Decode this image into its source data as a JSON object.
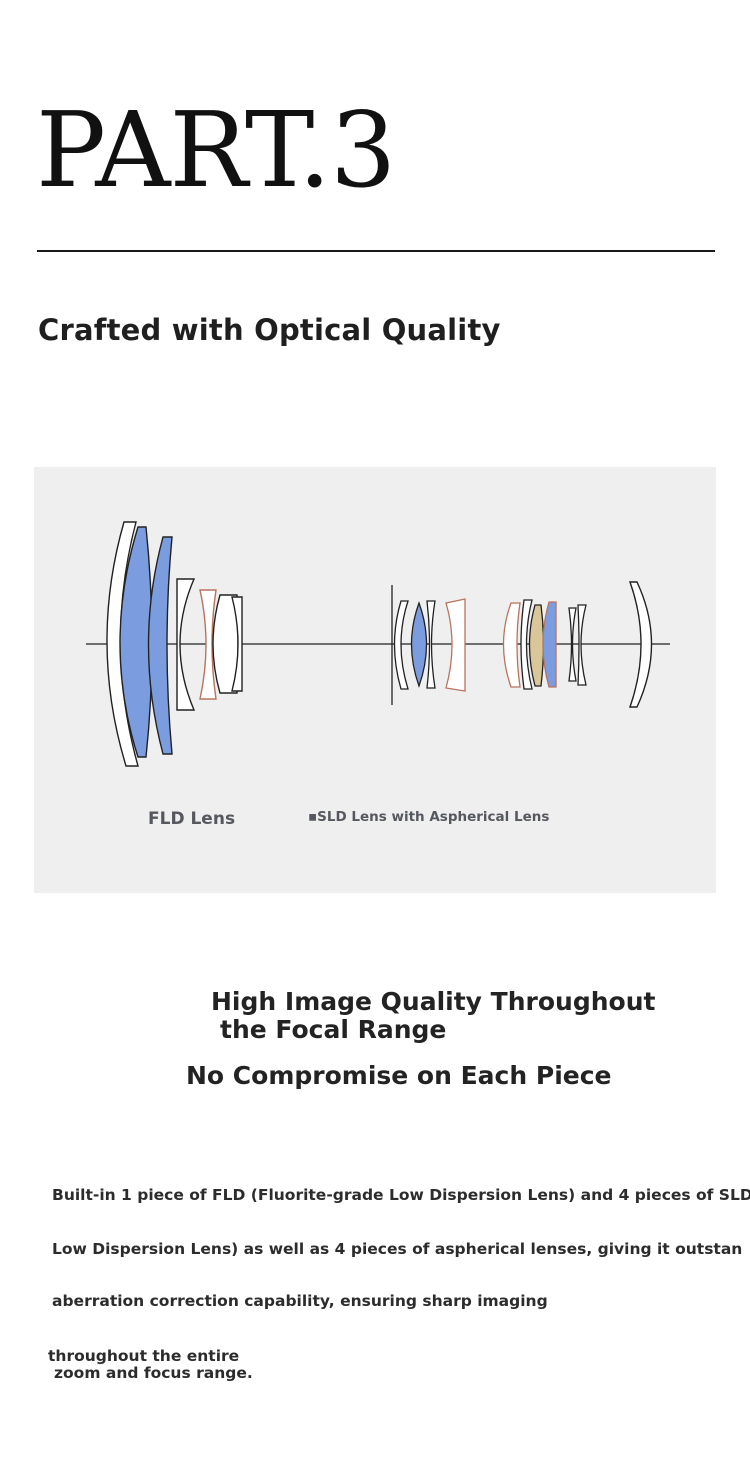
{
  "header": {
    "part_label": "PART.3",
    "section_heading": "Crafted with Optical Quality"
  },
  "diagram": {
    "legend_fld": "FLD Lens",
    "legend_sld": "▪SLD Lens with Aspherical Lens",
    "colors": {
      "panel_background": "#efefef",
      "fld_lens": "#7b9de0",
      "sld_lens": "#d9c79a",
      "aspherical_outline": "#b9735f",
      "outline": "#222222"
    }
  },
  "headlines": {
    "line1": "High Image Quality Throughout",
    "line2": "the Focal Range",
    "line3": "No Compromise on Each Piece"
  },
  "body_text": {
    "line1": "Built-in 1 piece of FLD (Fluorite-grade Low Dispersion Lens) and 4 pieces of SLD",
    "line2": "Low Dispersion Lens) as well as 4 pieces of aspherical lenses, giving it outstan",
    "line3": "aberration correction capability, ensuring sharp imaging",
    "line4": "throughout the entire",
    "line5": "zoom and focus range."
  }
}
